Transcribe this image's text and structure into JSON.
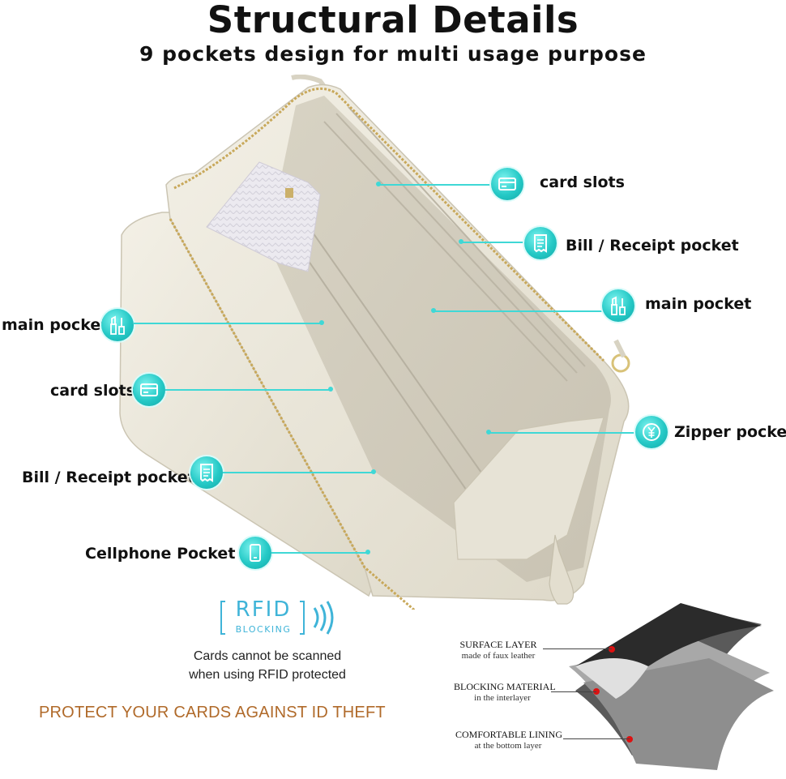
{
  "header": {
    "title": "Structural Details",
    "subtitle": "9 pockets design for multi usage purpose"
  },
  "callouts": {
    "right": [
      {
        "label": "card slots",
        "icon": "card-icon"
      },
      {
        "label": "Bill / Receipt pocket",
        "icon": "receipt-icon"
      },
      {
        "label": "main pocket",
        "icon": "lipstick-icon"
      },
      {
        "label": "Zipper pocket",
        "icon": "yen-coin-icon"
      }
    ],
    "left": [
      {
        "label": "main pocket",
        "icon": "lipstick-icon"
      },
      {
        "label": "card slots",
        "icon": "card-icon"
      },
      {
        "label": "Bill / Receipt pocket",
        "icon": "receipt-icon"
      },
      {
        "label": "Cellphone Pocket",
        "icon": "phone-icon"
      }
    ]
  },
  "rfid": {
    "logo_main": "RFID",
    "logo_sub": "BLOCKING",
    "note_line1": "Cards cannot be scanned",
    "note_line2": "when using RFID protected",
    "slogan": "PROTECT YOUR CARDS AGAINST ID THEFT"
  },
  "layers": [
    {
      "title": "SURFACE LAYER",
      "sub": "made of faux leather"
    },
    {
      "title": "BLOCKING MATERIAL",
      "sub": "in the interlayer"
    },
    {
      "title": "COMFORTABLE LINING",
      "sub": "at the bottom layer"
    }
  ],
  "colors": {
    "accent": "#25c9c6",
    "slogan": "#b06a2a",
    "wallet": "#ece8da"
  }
}
